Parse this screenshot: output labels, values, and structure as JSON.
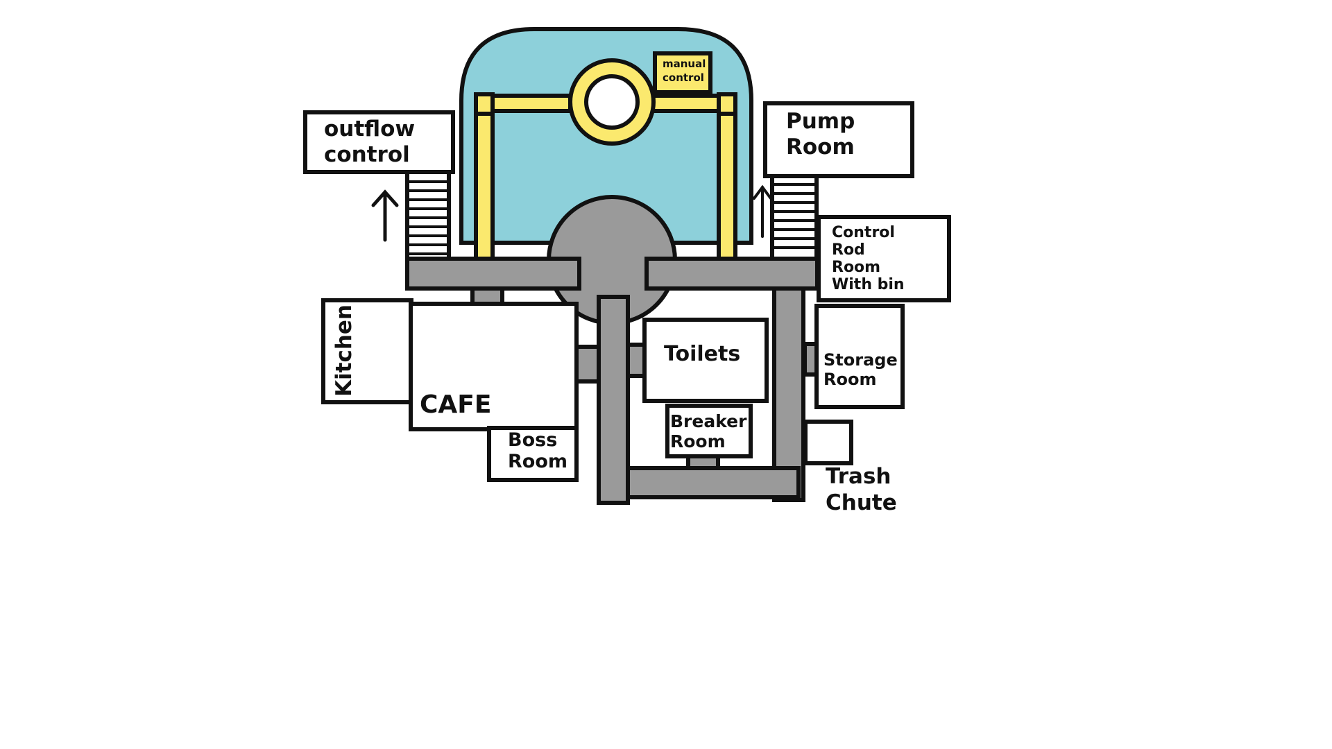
{
  "colors": {
    "reactor": "#8dd0da",
    "yellow": "#fbe96e",
    "gray": "#9a9a9a",
    "outline": "#111111",
    "background": "#ffffff"
  },
  "labels": {
    "manual_control": [
      "manual",
      "control"
    ],
    "outflow_control": [
      "outflow",
      "control"
    ],
    "pump_room": [
      "Pump",
      "Room"
    ],
    "control_rod_room": [
      "Control",
      "Rod",
      "Room",
      "With bin"
    ],
    "kitchen": "Kitchen",
    "cafe": "CAFE",
    "toilets": "Toilets",
    "storage_room": [
      "Storage",
      "Room"
    ],
    "breaker_room": [
      "Breaker",
      "Room"
    ],
    "boss_room": [
      "Boss",
      "Room"
    ],
    "trash_chute": [
      "Trash",
      "Chute"
    ]
  },
  "icons": {
    "arrow_left": "up-arrow-icon",
    "arrow_right": "up-arrow-icon"
  }
}
